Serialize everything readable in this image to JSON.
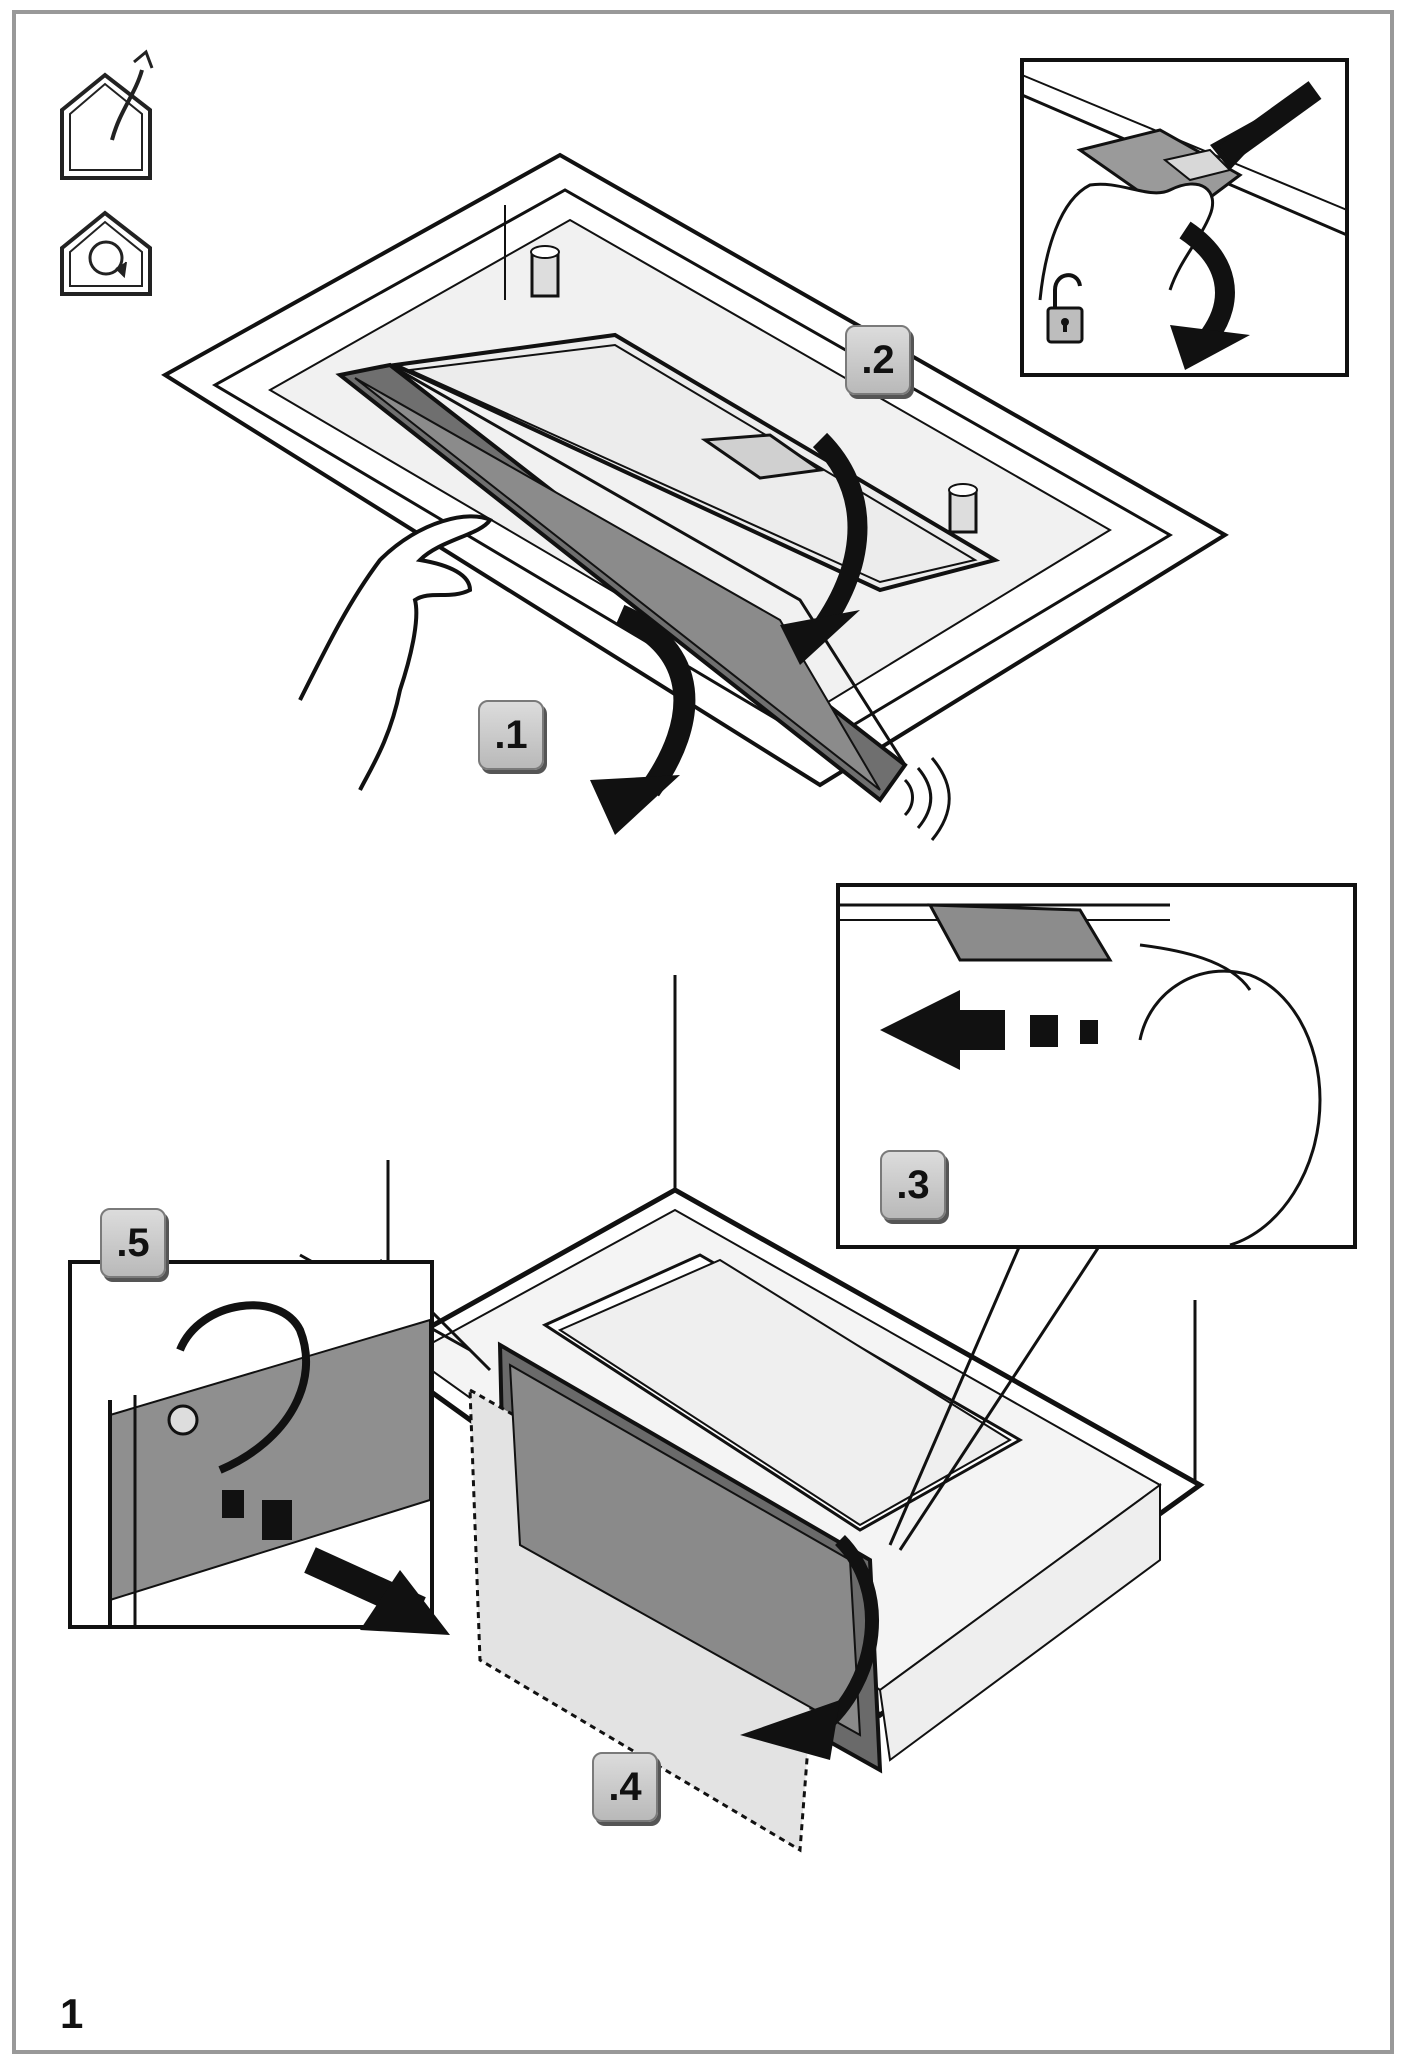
{
  "figure": {
    "number": "1",
    "steps": [
      {
        "id": "step-1",
        "label": ".1"
      },
      {
        "id": "step-2",
        "label": ".2"
      },
      {
        "id": "step-3",
        "label": ".3"
      },
      {
        "id": "step-4",
        "label": ".4"
      },
      {
        "id": "step-5",
        "label": ".5"
      }
    ],
    "icons": [
      "ducted-exhaust-mode-icon",
      "recirculation-mode-icon",
      "unlock-padlock-icon"
    ]
  },
  "colors": {
    "line": "#111111",
    "panel-dark": "#7d7d7d",
    "panel-light": "#e2e2e2",
    "filter": "#ececec",
    "badge": "#c8c8c8"
  }
}
